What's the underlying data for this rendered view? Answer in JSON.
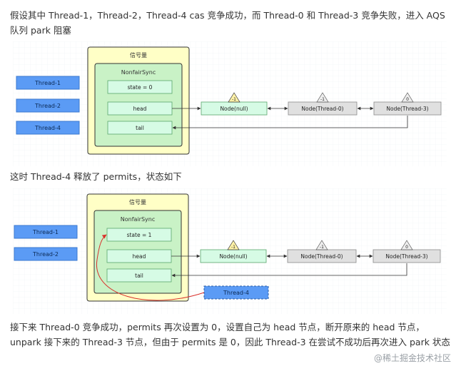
{
  "paragraphs": {
    "p1": "假设其中 Thread-1，Thread-2，Thread-4 cas 竞争成功，而 Thread-0 和 Thread-3 竞争失败，进入 AQS 队列 park 阻塞",
    "p2": "这时 Thread-4 释放了 permits，状态如下",
    "p3": "接下来 Thread-0 竞争成功，permits 再次设置为 0，设置自己为 head 节点，断开原来的 head 节点，unpark 接下来的 Thread-3 节点，但由于 permits 是 0，因此 Thread-3 在尝试不成功后再次进入 park 状态"
  },
  "diagram1": {
    "threads": [
      "Thread-1",
      "Thread-2",
      "Thread-4"
    ],
    "semaphore_title": "信号量",
    "sync_title": "NonfairSync",
    "state": "state = 0",
    "head": "head",
    "tail": "tail",
    "nodes": [
      {
        "label": "Node(null)",
        "badge": "-1"
      },
      {
        "label": "Node(Thread-0)",
        "badge": "-1"
      },
      {
        "label": "Node(Thread-3)",
        "badge": "0"
      }
    ]
  },
  "diagram2": {
    "threads": [
      "Thread-1",
      "Thread-2"
    ],
    "released_thread": "Thread-4",
    "semaphore_title": "信号量",
    "sync_title": "NonfairSync",
    "state": "state = 1",
    "head": "head",
    "tail": "tail",
    "nodes": [
      {
        "label": "Node(null)",
        "badge": "-1"
      },
      {
        "label": "Node(Thread-0)",
        "badge": "-1"
      },
      {
        "label": "Node(Thread-3)",
        "badge": "0"
      }
    ]
  },
  "watermark": "@稀土掘金技术社区",
  "colors": {
    "thread_fill": "#5b9bf5",
    "semaphore_fill": "#ffffc6",
    "sync_fill": "#c9f2c6",
    "field_fill": "#d6fbe5",
    "node_fill": "#e0e0e0",
    "badge_fill": "#fff2a8"
  }
}
